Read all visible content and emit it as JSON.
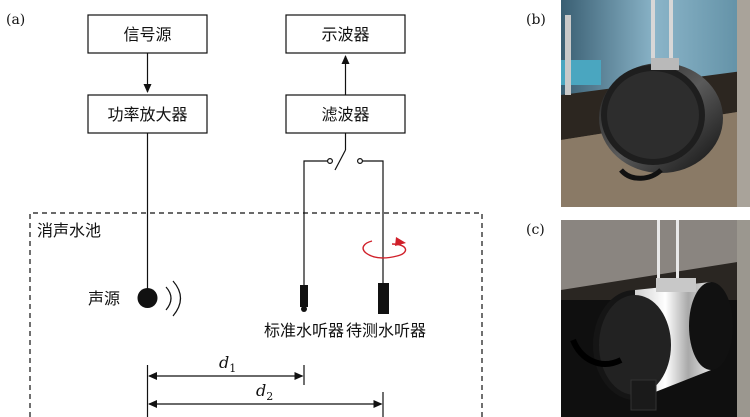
{
  "panels": {
    "a": "(a)",
    "b": "(b)",
    "c": "(c)"
  },
  "blocks": {
    "signal_source": "信号源",
    "power_amplifier": "功率放大器",
    "oscilloscope": "示波器",
    "filter": "滤波器"
  },
  "tank_label": "消声水池",
  "source_label": "声源",
  "standard_hydrophone": "标准水听器",
  "test_hydrophone": "待测水听器",
  "distances": {
    "d1_base": "d",
    "d1_sub": "1",
    "d2_base": "d",
    "d2_sub": "2"
  },
  "colors": {
    "rotation_arrow": "#d0202a",
    "line": "#111111"
  }
}
